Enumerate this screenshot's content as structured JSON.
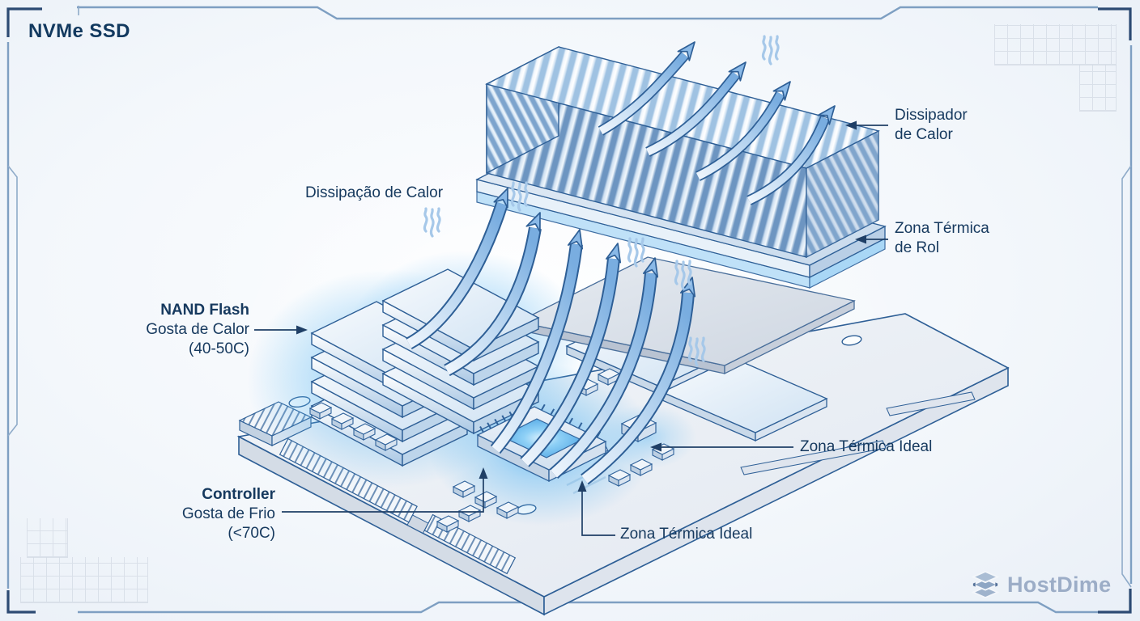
{
  "title": "NVMe SSD",
  "labels": {
    "heat_flow": "Dissipação de Calor",
    "heatsink": {
      "line1": "Dissipador",
      "line2": "de Calor"
    },
    "thermal_pad": {
      "line1": "Zona Térmica",
      "line2": "de Rol"
    },
    "nand": {
      "title": "NAND Flash",
      "subtitle": "Gosta de Calor",
      "temp": "(40-50C)"
    },
    "controller": {
      "title": "Controller",
      "subtitle": "Gosta de Frio",
      "temp": "(<70C)"
    },
    "ideal_zone_right": "Zona Térmica Ideal",
    "ideal_zone_bottom": "Zona Térmica Ideal"
  },
  "branding": {
    "name": "HostDime"
  },
  "colors": {
    "text_navy": "#16395e",
    "outline_blue": "#2e5f96",
    "glow_cyan": "#55b5f2",
    "frame_steel": "#7e9fc2",
    "frame_dark": "#2c4a73",
    "logo_gray_blue": "#9cadc7"
  }
}
